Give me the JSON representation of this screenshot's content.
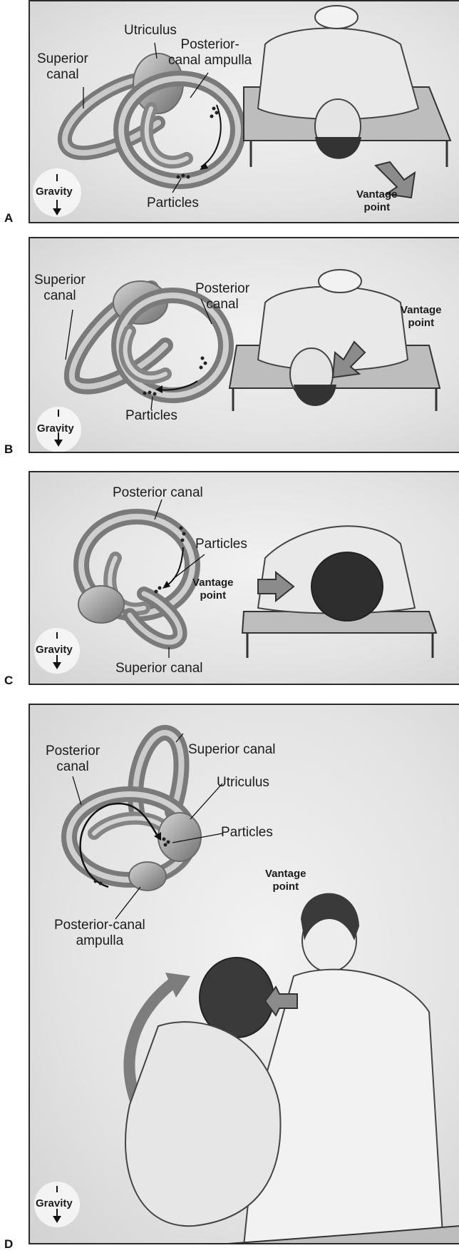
{
  "panels": [
    {
      "letter": "A",
      "labels": {
        "utriculus": "Utriculus",
        "superior_canal": "Superior\ncanal",
        "posterior_canal_ampulla": "Posterior-\ncanal ampulla",
        "particles": "Particles",
        "gravity": "Gravity",
        "vantage_point": "Vantage\npoint"
      }
    },
    {
      "letter": "B",
      "labels": {
        "superior_canal": "Superior\ncanal",
        "posterior_canal": "Posterior\ncanal",
        "particles": "Particles",
        "gravity": "Gravity",
        "vantage_point": "Vantage\npoint"
      }
    },
    {
      "letter": "C",
      "labels": {
        "posterior_canal": "Posterior canal",
        "particles": "Particles",
        "vantage_point": "Vantage\npoint",
        "gravity": "Gravity",
        "superior_canal": "Superior canal"
      }
    },
    {
      "letter": "D",
      "labels": {
        "posterior_canal": "Posterior\ncanal",
        "superior_canal": "Superior canal",
        "utriculus": "Utriculus",
        "particles": "Particles",
        "vantage_point": "Vantage\npoint",
        "posterior_canal_ampulla": "Posterior-canal\nampulla",
        "gravity": "Gravity"
      }
    }
  ],
  "colors": {
    "canal": "#8f8f8f",
    "canal_highlight": "#d8d8d8",
    "arrow": "#7d7d7d",
    "line": "#1a1a1a"
  }
}
